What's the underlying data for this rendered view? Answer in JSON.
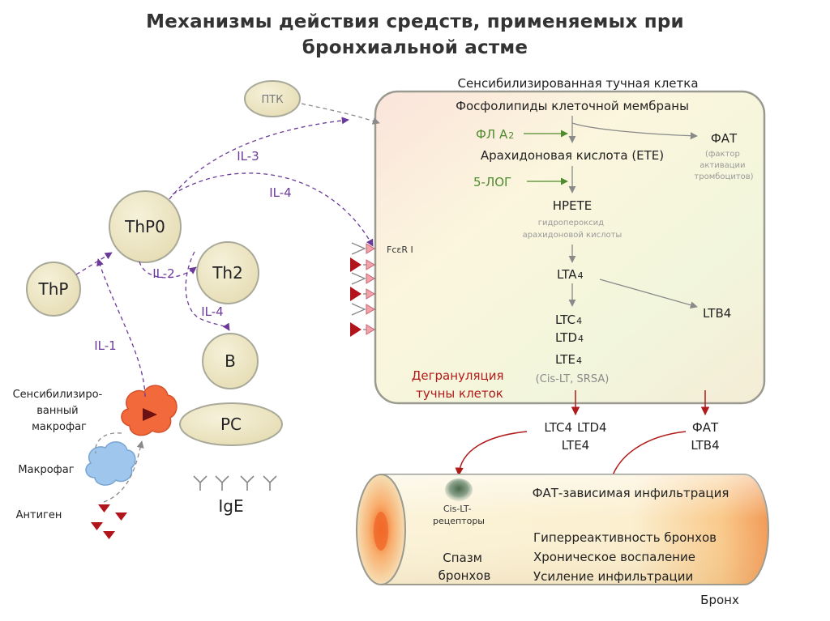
{
  "title": {
    "line1": "Механизмы действия средств, применяемых при",
    "line2": "бронхиальной астме"
  },
  "cells": {
    "ptk": "ПТК",
    "thp0": "ThP0",
    "thp": "ThP",
    "th2": "Th2",
    "b": "B",
    "pc": "PC",
    "sens_macrophage": [
      "Сенсибилизиро-",
      "ванный",
      "макрофаг"
    ],
    "macrophage": "Макрофаг",
    "antigen": "Антиген",
    "ige": "IgE"
  },
  "interleukins": {
    "il3": "IL-3",
    "il4_top": "IL-4",
    "il2": "IL-2",
    "il4_bottom": "IL-4",
    "il1": "IL-1"
  },
  "mast_cell": {
    "caption": "Сенсибилизированная тучная клетка",
    "receptor": "FcεR I",
    "phospholipids": "Фосфолипиды клеточной мембраны",
    "pla2_main": "ФЛ А",
    "pla2_sub": "2",
    "fat": "ФАТ",
    "fat_note": [
      "(фактор",
      "активации",
      "тромбоцитов)"
    ],
    "arachidonic": "Арахидоновая кислота (ETE)",
    "lox5": "5-ЛОГ",
    "hpete": "HPETE",
    "hpete_note": [
      "гидропероксид",
      "арахидоновой кислоты"
    ],
    "lta_main": "LTA",
    "lta_sub": "4",
    "ltb": "LTB4",
    "ltc_main": "LTC",
    "ltc_sub": "4",
    "ltd_main": "LTD",
    "ltd_sub": "4",
    "lte_main": "LTE",
    "lte_sub": "4",
    "cislt_note": "(Cis-LT, SRSA)",
    "degranulation": [
      "Дегрануляция",
      "тучны клеток"
    ]
  },
  "released": {
    "ltc": "LTC4",
    "ltd": "LTD4",
    "lte": "LTE4",
    "fat": "ФАТ",
    "ltb": "LTB4"
  },
  "bronchus": {
    "receptors": [
      "Cis-LT-",
      "рецепторы"
    ],
    "spasm": [
      "Спазм",
      "бронхов"
    ],
    "infiltration": "ФАТ-зависимая инфильтрация",
    "effects": [
      "Гиперреактивность бронхов",
      "Хроническое воспаление",
      "Усиление инфильтрации"
    ],
    "label": "Бронх"
  },
  "colors": {
    "purple": "#6b3a98",
    "green": "#4f8a2e",
    "red": "#b01a1a",
    "gray_arrow": "#8a8a8a",
    "note_gray": "#9a9a9a",
    "cell_fill": "#efe8c6",
    "cell_stroke": "#8d8d7f",
    "triangle_red": "#b2141c",
    "receptor_pink": "#f1a2aa"
  }
}
